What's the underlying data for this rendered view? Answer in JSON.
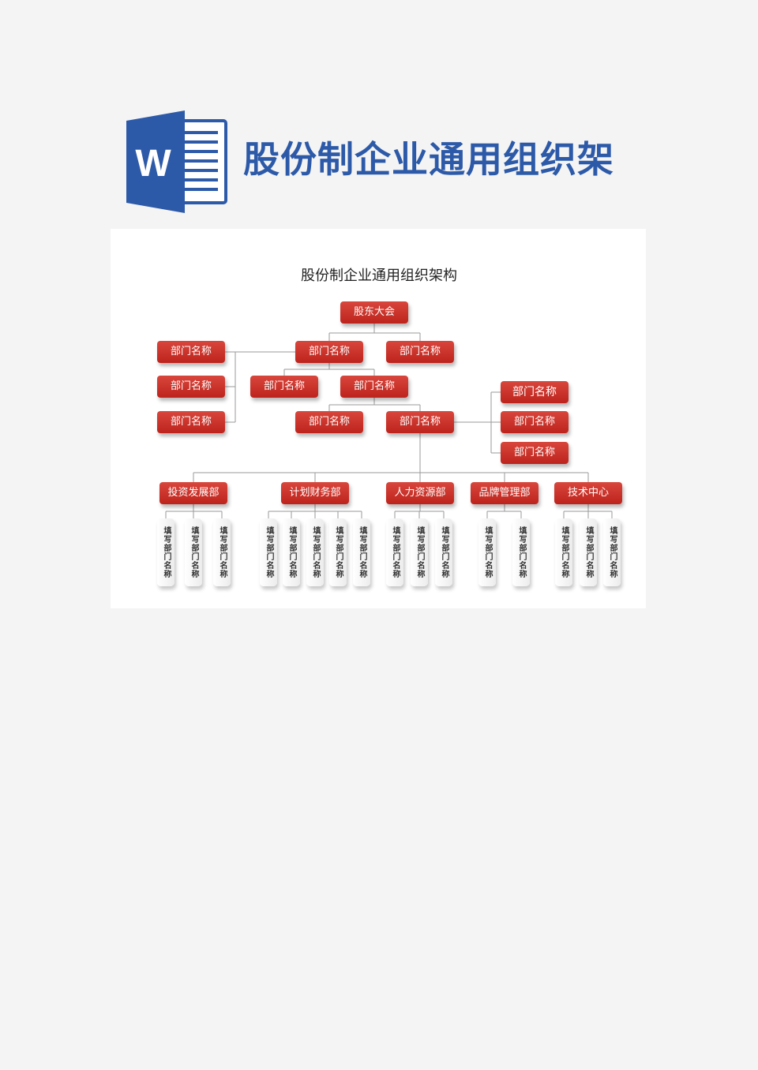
{
  "header": {
    "logo_letter": "W",
    "title": "股份制企业通用组织架",
    "brand_color": "#2d5aa8"
  },
  "chart": {
    "title": "股份制企业通用组织架构",
    "root": "股东大会",
    "row1": [
      "部门名称",
      "部门名称"
    ],
    "left_column": [
      "部门名称",
      "部门名称",
      "部门名称"
    ],
    "row2": [
      "部门名称",
      "部门名称"
    ],
    "row3": [
      "部门名称",
      "部门名称"
    ],
    "right_column": [
      "部门名称",
      "部门名称",
      "部门名称"
    ],
    "departments": [
      {
        "name": "投资发展部",
        "subs": [
          "填写部门名称",
          "填写部门名称",
          "填写部门名称"
        ]
      },
      {
        "name": "计划财务部",
        "subs": [
          "填写部门名称",
          "填写部门名称",
          "填写部门名称",
          "填写部门名称",
          "填写部门名称"
        ]
      },
      {
        "name": "人力资源部",
        "subs": [
          "填写部门名称",
          "填写部门名称",
          "填写部门名称"
        ]
      },
      {
        "name": "品牌管理部",
        "subs": [
          "填写部门名称",
          "填写部门名称"
        ]
      },
      {
        "name": "技术中心",
        "subs": [
          "填写部门名称",
          "填写部门名称",
          "填写部门名称"
        ]
      }
    ],
    "node_color": "#c62a22"
  }
}
